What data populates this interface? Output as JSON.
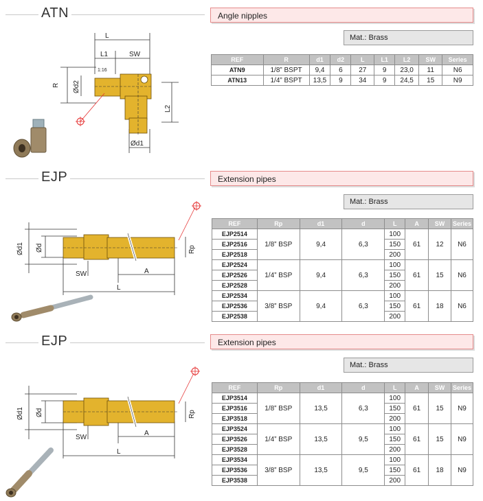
{
  "sections": [
    {
      "code": "ATN",
      "title": "Angle nipples",
      "material": "Mat.: Brass",
      "headers": [
        "REF",
        "R",
        "d1",
        "d2",
        "L",
        "L1",
        "L2",
        "SW",
        "Series"
      ],
      "rows": [
        [
          "ATN9",
          "1/8” BSPT",
          "9,4",
          "6",
          "27",
          "9",
          "23,0",
          "11",
          "N6"
        ],
        [
          "ATN13",
          "1/4” BSPT",
          "13,5",
          "9",
          "34",
          "9",
          "24,5",
          "15",
          "N9"
        ]
      ],
      "diagram_labels": {
        "L": "L",
        "L1": "L1",
        "SW": "SW",
        "taper": "1:16",
        "R": "R",
        "d2": "Ød2",
        "L2": "L2",
        "d1": "Ød1"
      }
    },
    {
      "code": "EJP",
      "title": "Extension pipes",
      "material": "Mat.: Brass",
      "headers": [
        "REF",
        "Rp",
        "d1",
        "d",
        "L",
        "A",
        "SW",
        "Series"
      ],
      "groups": [
        {
          "refs": [
            "EJP2514",
            "EJP2516",
            "EJP2518"
          ],
          "rp": "1/8” BSP",
          "d1": "9,4",
          "d": "6,3",
          "lengths": [
            "100",
            "150",
            "200"
          ],
          "a": "61",
          "sw": "12",
          "series": "N6"
        },
        {
          "refs": [
            "EJP2524",
            "EJP2526",
            "EJP2528"
          ],
          "rp": "1/4” BSP",
          "d1": "9,4",
          "d": "6,3",
          "lengths": [
            "100",
            "150",
            "200"
          ],
          "a": "61",
          "sw": "15",
          "series": "N6"
        },
        {
          "refs": [
            "EJP2534",
            "EJP2536",
            "EJP2538"
          ],
          "rp": "3/8” BSP",
          "d1": "9,4",
          "d": "6,3",
          "lengths": [
            "100",
            "150",
            "200"
          ],
          "a": "61",
          "sw": "18",
          "series": "N6"
        }
      ],
      "diagram_labels": {
        "d1": "Ød1",
        "d": "Ød",
        "SW": "SW",
        "A": "A",
        "L": "L",
        "Rp": "Rp"
      }
    },
    {
      "code": "EJP",
      "title": "Extension pipes",
      "material": "Mat.: Brass",
      "headers": [
        "REF",
        "Rp",
        "d1",
        "d",
        "L",
        "A",
        "SW",
        "Series"
      ],
      "groups": [
        {
          "refs": [
            "EJP3514",
            "EJP3516",
            "EJP3518"
          ],
          "rp": "1/8” BSP",
          "d1": "13,5",
          "d": "6,3",
          "lengths": [
            "100",
            "150",
            "200"
          ],
          "a": "61",
          "sw": "15",
          "series": "N9"
        },
        {
          "refs": [
            "EJP3524",
            "EJP3526",
            "EJP3528"
          ],
          "rp": "1/4” BSP",
          "d1": "13,5",
          "d": "9,5",
          "lengths": [
            "100",
            "150",
            "200"
          ],
          "a": "61",
          "sw": "15",
          "series": "N9"
        },
        {
          "refs": [
            "EJP3534",
            "EJP3536",
            "EJP3538"
          ],
          "rp": "3/8” BSP",
          "d1": "13,5",
          "d": "9,5",
          "lengths": [
            "100",
            "150",
            "200"
          ],
          "a": "61",
          "sw": "18",
          "series": "N9"
        }
      ],
      "diagram_labels": {
        "d1": "Ød1",
        "d": "Ød",
        "SW": "SW",
        "A": "A",
        "L": "L",
        "Rp": "Rp"
      }
    }
  ],
  "colors": {
    "banner_bg": "#fde8e8",
    "banner_border": "#e58a8a",
    "brass": "#e3b32d",
    "header_bg": "#c2c2c2",
    "red": "#e53030"
  }
}
